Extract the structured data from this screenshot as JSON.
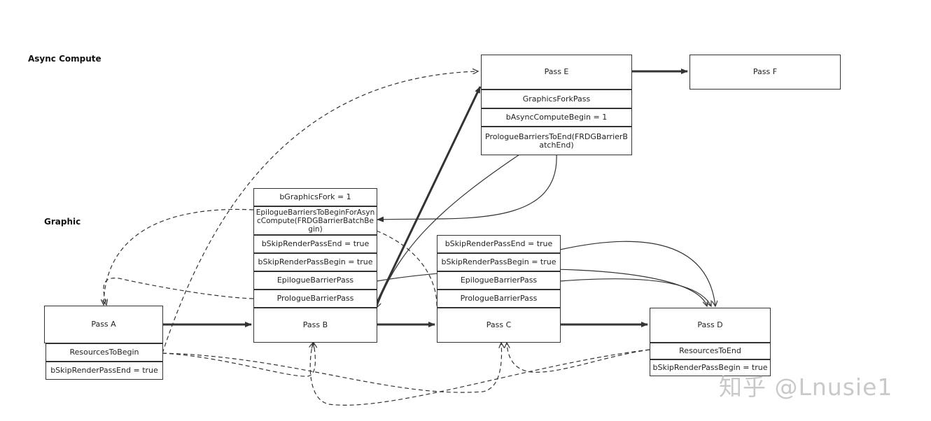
{
  "lanes": {
    "async_compute": "Async Compute",
    "graphic": "Graphic"
  },
  "passes": {
    "pass_a": "Pass A",
    "pass_b": "Pass B",
    "pass_c": "Pass C",
    "pass_d": "Pass D",
    "pass_e": "Pass E",
    "pass_f": "Pass F"
  },
  "props": {
    "a_resources_to_begin": "ResourcesToBegin",
    "a_skip_render_pass_end": "bSkipRenderPassEnd = true",
    "b_graphics_fork": "bGraphicsFork = 1",
    "b_epilogue_barriers_async": "EpilogueBarriersToBeginForAsyncCompute(FRDGBarrierBatchBegin)",
    "b_skip_render_pass_end": "bSkipRenderPassEnd = true",
    "b_skip_render_pass_begin": "bSkipRenderPassBegin  = true",
    "b_epilogue_barrier_pass": "EpilogueBarrierPass",
    "b_prologue_barrier_pass": "PrologueBarrierPass",
    "c_skip_render_pass_end": "bSkipRenderPassEnd = true",
    "c_skip_render_pass_begin": "bSkipRenderPassBegin  = true",
    "c_epilogue_barrier_pass": "EpilogueBarrierPass",
    "c_prologue_barrier_pass": "PrologueBarrierPass",
    "d_resources_to_end": "ResourcesToEnd",
    "d_skip_render_pass_begin": "bSkipRenderPassBegin = true",
    "e_graphics_fork_pass": "GraphicsForkPass",
    "e_async_compute_begin": "bAsyncComputeBegin = 1",
    "e_prologue_barriers_to_end": "PrologueBarriersToEnd(FRDGBarrierBatchEnd)"
  },
  "watermark": "知乎 @Lnusie1",
  "colors": {
    "line": "#333333",
    "border": "#333333",
    "watermark": "#c9c9c9"
  }
}
